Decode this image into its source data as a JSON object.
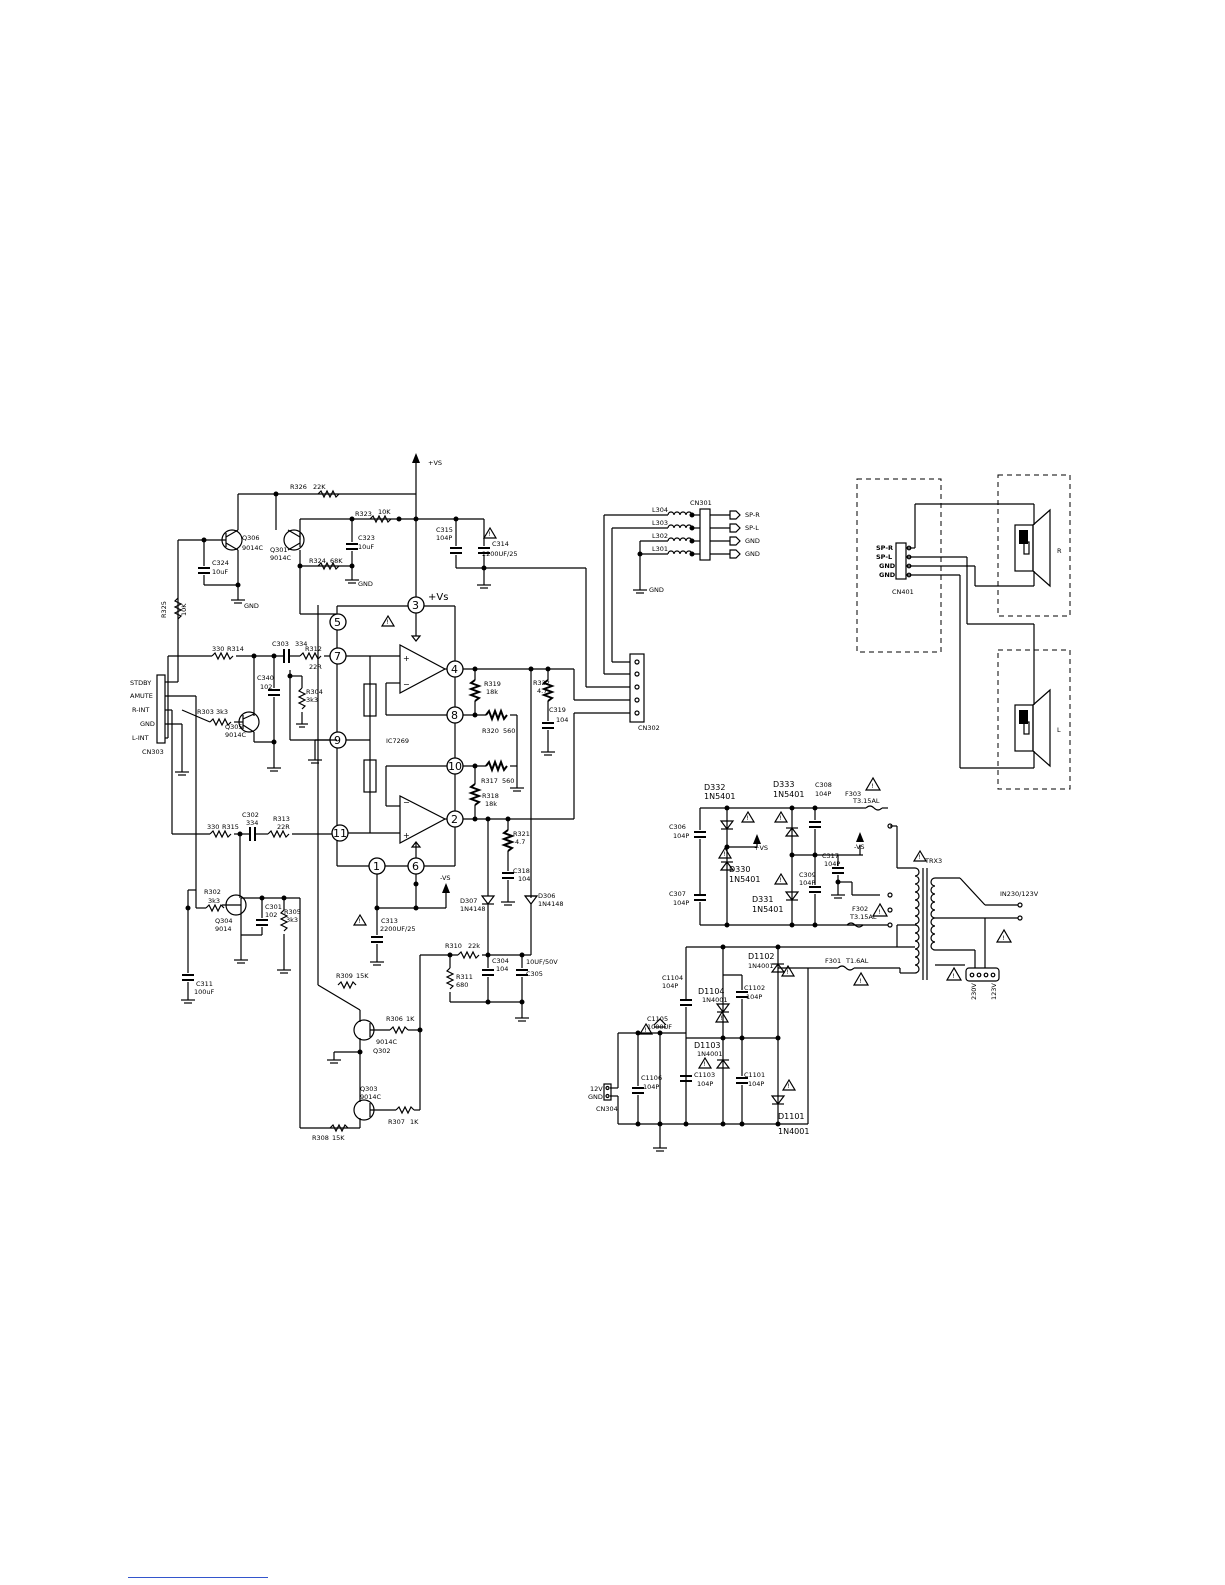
{
  "labels": {
    "plus_vs_top": "+VS",
    "plus_vs_ic": "+Vs",
    "minus_vs": "-VS",
    "ic": "IC7269",
    "gnd": "GND",
    "sp_r": "SP-R",
    "sp_l": "SP-L",
    "speaker_r": "R",
    "speaker_l": "L",
    "in_voltage": "IN230/123V",
    "v230": "230V",
    "v123": "123V",
    "v12": "12V",
    "stdby": "STDBY",
    "amute": "AMUTE",
    "r_int": "R-INT",
    "l_int": "L-INT"
  },
  "connectors": {
    "cn301": "CN301",
    "cn302": "CN302",
    "cn303": "CN303",
    "cn304": "CN304",
    "cn401": "CN401",
    "trx3": "TRX3"
  },
  "ic_pins": [
    "3",
    "5",
    "7",
    "9",
    "11",
    "1",
    "6",
    "4",
    "8",
    "10",
    "2"
  ],
  "transistors": {
    "q306": "Q306",
    "q306_type": "9014C",
    "q301": "Q301",
    "q301_type": "9014C",
    "q305": "Q305",
    "q305_type": "9014C",
    "q304": "Q304",
    "q304_type": "9014",
    "q302": "Q302",
    "q302_type": "9014C",
    "q303": "Q303",
    "q303_type": "9014C"
  },
  "resistors": {
    "r326": "R326",
    "r326_v": "22K",
    "r323": "R323",
    "r323_v": "10K",
    "r324": "R324",
    "r324_v": "68K",
    "r325": "R325",
    "r325_v": "10K",
    "r314": "R314",
    "r314_v": "330",
    "r312": "R312",
    "r312_v": "22R",
    "r304": "R304",
    "r304_v": "3k3",
    "r303": "R303",
    "r303_v": "3k3",
    "r315": "R315",
    "r315_v": "330",
    "r313": "R313",
    "r313_v": "22R",
    "r302": "R302",
    "r302_v": "3k3",
    "r305": "R305",
    "r305_v": "3k3",
    "r319": "R319",
    "r319_v": "18k",
    "r320": "R320",
    "r320_v": "560",
    "r317": "R317",
    "r317_v": "560",
    "r318": "R318",
    "r318_v": "18k",
    "r322": "R322",
    "r322_v": "4.7",
    "r321": "R321",
    "r321_v": "4.7",
    "r310": "R310",
    "r310_v": "22k",
    "r311": "R311",
    "r311_v": "680",
    "r309": "R309",
    "r309_v": "15K",
    "r306": "R306",
    "r306_v": "1K",
    "r307": "R307",
    "r307_v": "1K",
    "r308": "R308",
    "r308_v": "15K"
  },
  "capacitors": {
    "c324": "C324",
    "c324_v": "10uF",
    "c323": "C323",
    "c323_v": "10uF",
    "c315": "C315",
    "c315_v": "104P",
    "c314": "C314",
    "c314_v": "2200UF/25",
    "c303": "C303",
    "c303_v": "334",
    "c340": "C340",
    "c340_v": "102",
    "c302": "C302",
    "c302_v": "334",
    "c301": "C301",
    "c301_v": "102",
    "c311": "C311",
    "c311_v": "100uF",
    "c313": "C313",
    "c313_v": "2200UF/25",
    "c319": "C319",
    "c319_v": "104",
    "c318": "C318",
    "c318_v": "104",
    "c304": "C304",
    "c304_v": "104",
    "c305": "C305",
    "c305_v": "10UF/50V",
    "c306": "C306",
    "c306_v": "104P",
    "c307": "C307",
    "c307_v": "104P",
    "c308": "C308",
    "c308_v": "104P",
    "c309": "C309",
    "c309_v": "104P",
    "c317": "C317",
    "c317_v": "104P",
    "c1104": "C1104",
    "c1104_v": "104P",
    "c1102": "C1102",
    "c1102_v": "104P",
    "c1105": "C1105",
    "c1105_v": "1000UF",
    "c1106": "C1106",
    "c1106_v": "104P",
    "c1103": "C1103",
    "c1103_v": "104P",
    "c1101": "C1101",
    "c1101_v": "104P"
  },
  "diodes": {
    "d307": "D307",
    "d307_v": "1N4148",
    "d306": "D306",
    "d306_v": "1N4148",
    "d332": "D332",
    "d332_v": "1N5401",
    "d333": "D333",
    "d333_v": "1N5401",
    "d330": "D330",
    "d330_v": "1N5401",
    "d331": "D331",
    "d331_v": "1N5401",
    "d1102": "D1102",
    "d1102_v": "1N4001",
    "d1104": "D1104",
    "d1104_v": "1N4001",
    "d1103": "D1103",
    "d1103_v": "1N4001",
    "d1101": "D1101",
    "d1101_v": "1N4001"
  },
  "inductors": {
    "l304": "L304",
    "l303": "L303",
    "l302": "L302",
    "l301": "L301"
  },
  "fuses": {
    "f303": "F303",
    "f303_v": "T3.15AL",
    "f302": "F302",
    "f302_v": "T3.15AL",
    "f301": "F301",
    "f301_v": "T1.6AL"
  }
}
